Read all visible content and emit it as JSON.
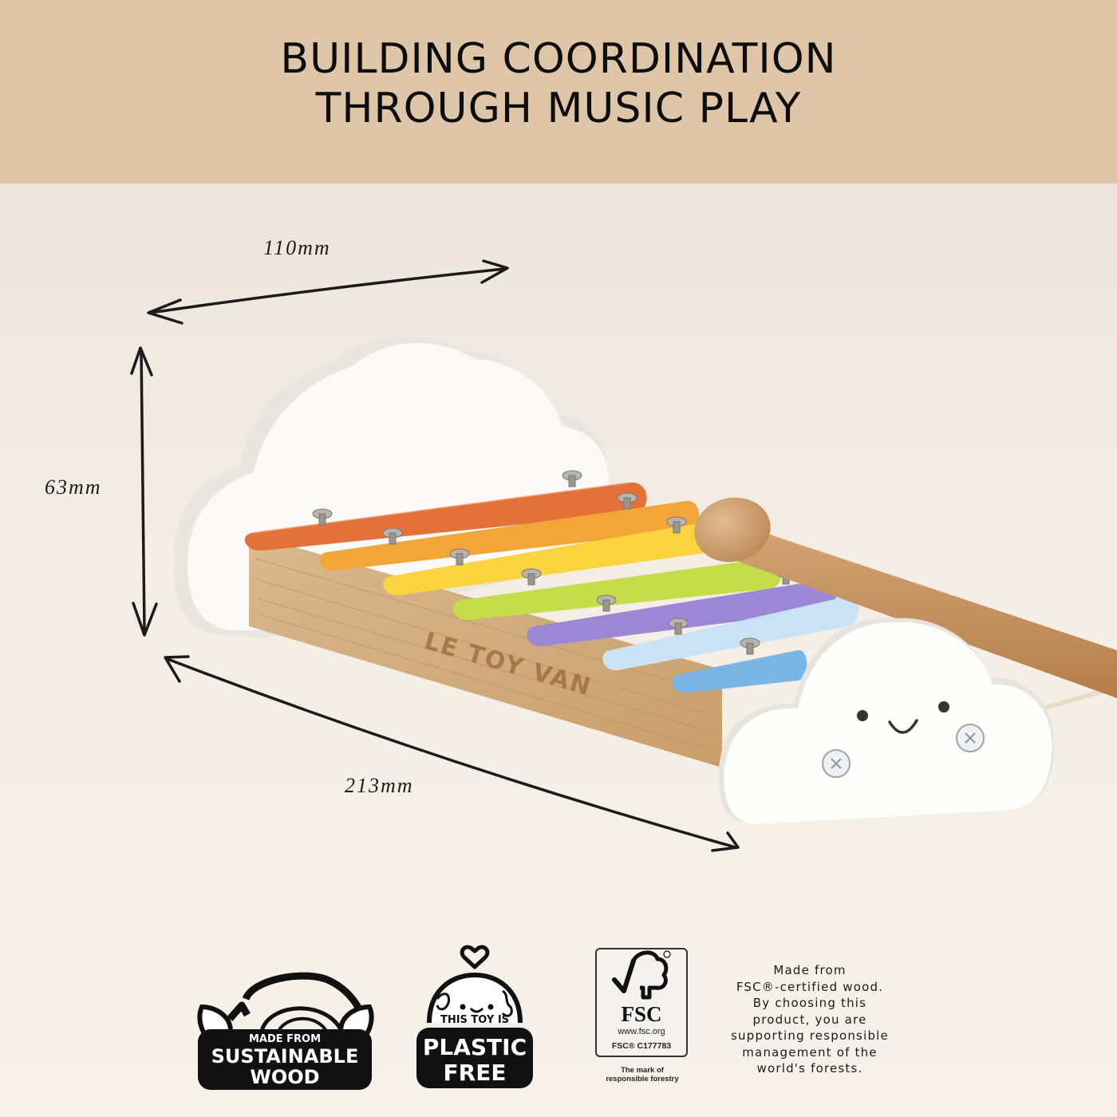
{
  "header": {
    "title_lines": [
      "BUILDING COORDINATION",
      "THROUGH MUSIC PLAY"
    ],
    "background": "#dfc6a9"
  },
  "product": {
    "brand_engraving": "LE TOY VAN",
    "bars": [
      {
        "color": "#e8743e"
      },
      {
        "color": "#f3a93a"
      },
      {
        "color": "#f8d63f"
      },
      {
        "color": "#c6df4a"
      },
      {
        "color": "#9b8ad6"
      },
      {
        "color": "#c7e2f3"
      },
      {
        "color": "#7fb9e6"
      }
    ],
    "base_color": "#d7b388",
    "cloud_color": "#fbfbfb",
    "mallet_color": "#c8935e"
  },
  "dimensions": {
    "width": "110mm",
    "height": "63mm",
    "length": "213mm"
  },
  "badges": {
    "sustainable": {
      "line1": "MADE FROM",
      "line2": "SUSTAINABLE",
      "line3": "WOOD"
    },
    "plastic_free": {
      "line1": "THIS TOY IS",
      "line2": "PLASTIC",
      "line3": "FREE"
    },
    "fsc": {
      "logo_text": "FSC",
      "registered": "®",
      "url": "www.fsc.org",
      "license": "FSC® C177783",
      "caption_line1": "The mark of",
      "caption_line2": "responsible forestry"
    },
    "fsc_statement": [
      "Made from",
      "FSC®-certified wood.",
      "By choosing this",
      "product, you are",
      "supporting responsible",
      "management of the",
      "world's forests."
    ]
  }
}
